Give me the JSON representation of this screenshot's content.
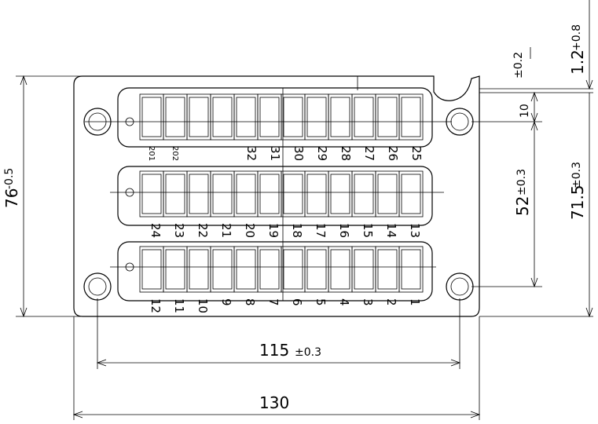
{
  "dimensions": {
    "width_overall": "130",
    "hole_spacing": "115",
    "hole_spacing_tol": "±0.3",
    "height_overall": "76",
    "height_tol": "-0.5",
    "height_mount": "71.5",
    "height_mount_tol": "±0.3",
    "row_spacing": "52",
    "row_spacing_tol": "±0.3",
    "offset_top": "10",
    "thickness": "1.2",
    "thickness_tol": "+0.8",
    "notch_tol": "±0.2"
  },
  "rows": {
    "top_labels": [
      "201",
      "202",
      "32",
      "31",
      "30",
      "29",
      "28",
      "27",
      "26",
      "25"
    ],
    "middle_labels": [
      "24",
      "23",
      "22",
      "21",
      "20",
      "19",
      "18",
      "17",
      "16",
      "15",
      "14",
      "13"
    ],
    "bottom_labels": [
      "12",
      "11",
      "10",
      "9",
      "8",
      "7",
      "6",
      "5",
      "4",
      "3",
      "2",
      "1"
    ]
  }
}
